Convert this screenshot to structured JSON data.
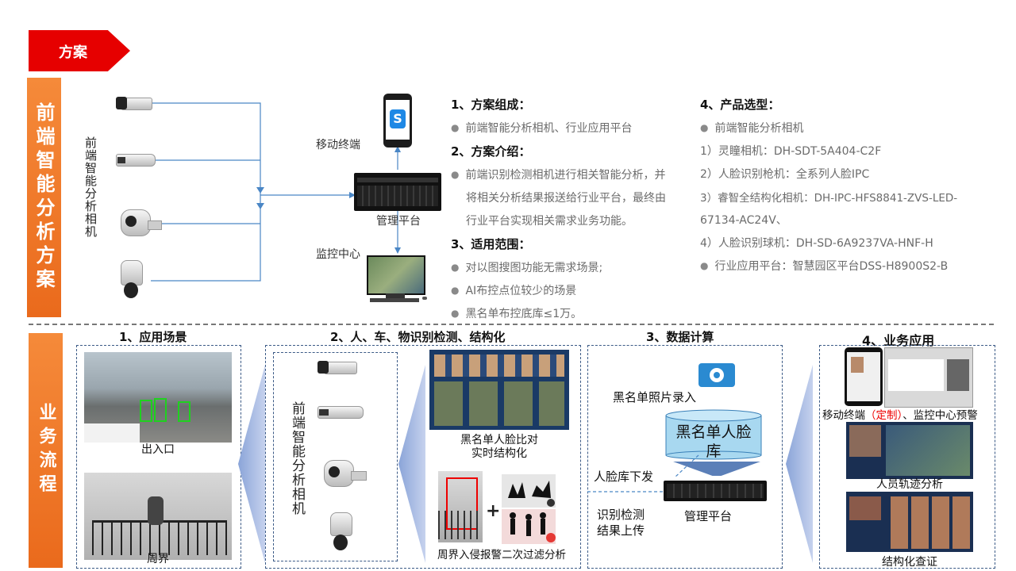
{
  "header": {
    "tag": "方案"
  },
  "top_banner": "前端智能分析方案",
  "bottom_banner": "业务流程",
  "arch": {
    "cameras_label": "前端智能分析相机",
    "mobile_label": "移动终端",
    "platform_label": "管理平台",
    "monitor_label": "监控中心"
  },
  "info": {
    "s1_title": "1、方案组成：",
    "s1_items": [
      "前端智能分析相机、行业应用平台"
    ],
    "s2_title": "2、方案介绍：",
    "s2_text_lines": [
      "前端识别检测相机进行相关智能分析，并",
      "将相关分析结果报送给行业平台，最终由",
      "行业平台实现相关需求业务功能。"
    ],
    "s3_title": "3、适用范围：",
    "s3_items": [
      "对以图搜图功能无需求场景;",
      "AI布控点位较少的场景",
      "黑名单布控底库≤1万。"
    ],
    "s4_title": "4、产品选型：",
    "s4_lines": [
      "前端智能分析相机",
      "1）灵瞳相机：DH-SDT-5A404-C2F",
      "2）人脸识别枪机：全系列人脸IPC",
      "3）睿智全结构化相机：DH-IPC-HFS8841-ZVS-LED-",
      "67134-AC24V、",
      "4）人脸识别球机：DH-SD-6A9237VA-HNF-H",
      "行业应用平台：智慧园区平台DSS-H8900S2-B"
    ]
  },
  "flow": {
    "step1_title": "1、应用场景",
    "step1_cap1": "出入口",
    "step1_cap2": "周界",
    "step2_title": "2、人、车、物识别检测、结构化",
    "step2_cameras": "前端智能分析相机",
    "step2_cap1_l1": "黑名单人脸比对",
    "step2_cap1_l2": "实时结构化",
    "step2_plus": "+",
    "step2_cap2": "周界入侵报警二次过滤分析",
    "step3_title": "3、数据计算",
    "step3_photo": "黑名单照片录入",
    "step3_db_l1": "黑名单人脸",
    "step3_db_l2": "库",
    "step3_download": "人脸库下发",
    "step3_upload_l1": "识别检测",
    "step3_upload_l2": "结果上传",
    "step3_platform": "管理平台",
    "step4_title": "4、业务应用",
    "step4_cap1_a": "移动终端",
    "step4_cap1_b": "（定制）",
    "step4_cap1_c": "、监控中心预警",
    "step4_cap2": "人员轨迹分析",
    "step4_cap3": "结构化查证"
  },
  "colors": {
    "accent_red": "#e60000",
    "banner_orange": "#f07a2a",
    "line_blue": "#4a86c5",
    "db_blue": "#a8d8f0"
  }
}
